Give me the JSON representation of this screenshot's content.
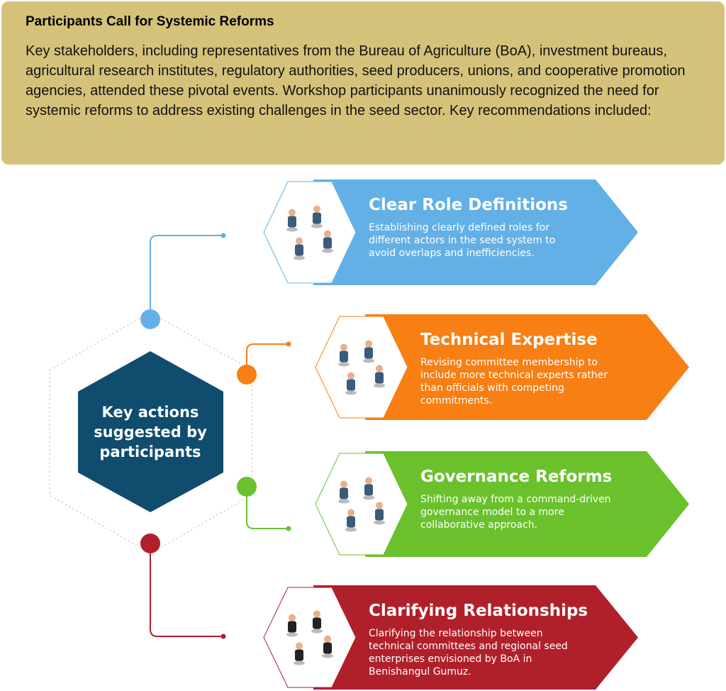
{
  "header": {
    "title": "Participants Call for Systemic Reforms",
    "body": "Key stakeholders, including representatives from the Bureau of Agriculture (BoA), investment bureaus, agricultural research institutes, regulatory authorities, seed producers, unions, and cooperative promotion agencies, attended these pivotal events. Workshop participants unanimously recognized the need for systemic reforms to address existing challenges in the seed sector. Key recommendations included:"
  },
  "center": {
    "lines": [
      "Key actions",
      "suggested by",
      "participants"
    ],
    "color": "#0F4C6E"
  },
  "actions": [
    {
      "title": "Clear Role Definitions",
      "lines": [
        "Establishing clearly defined roles for",
        "different actors in the seed system to",
        "avoid overlaps and inefficiencies."
      ],
      "color": "#63B0E6",
      "icon": "people-network-icon"
    },
    {
      "title": "Technical Expertise",
      "lines": [
        "Revising committee membership to",
        "include more technical experts rather",
        "than officials with competing",
        "commitments."
      ],
      "color": "#F77F14",
      "icon": "engineer-factory-icon"
    },
    {
      "title": "Governance Reforms",
      "lines": [
        "Shifting away from a command-driven",
        "governance model to a more",
        "collaborative approach."
      ],
      "color": "#6AC12B",
      "icon": "balance-scale-icon"
    },
    {
      "title": "Clarifying Relationships",
      "lines": [
        "Clarifying the relationship between",
        "technical committees and regional seed",
        "enterprises envisioned by BoA in",
        "Benishangul Gumuz."
      ],
      "color": "#B0202A",
      "icon": "team-meeting-icon"
    }
  ]
}
